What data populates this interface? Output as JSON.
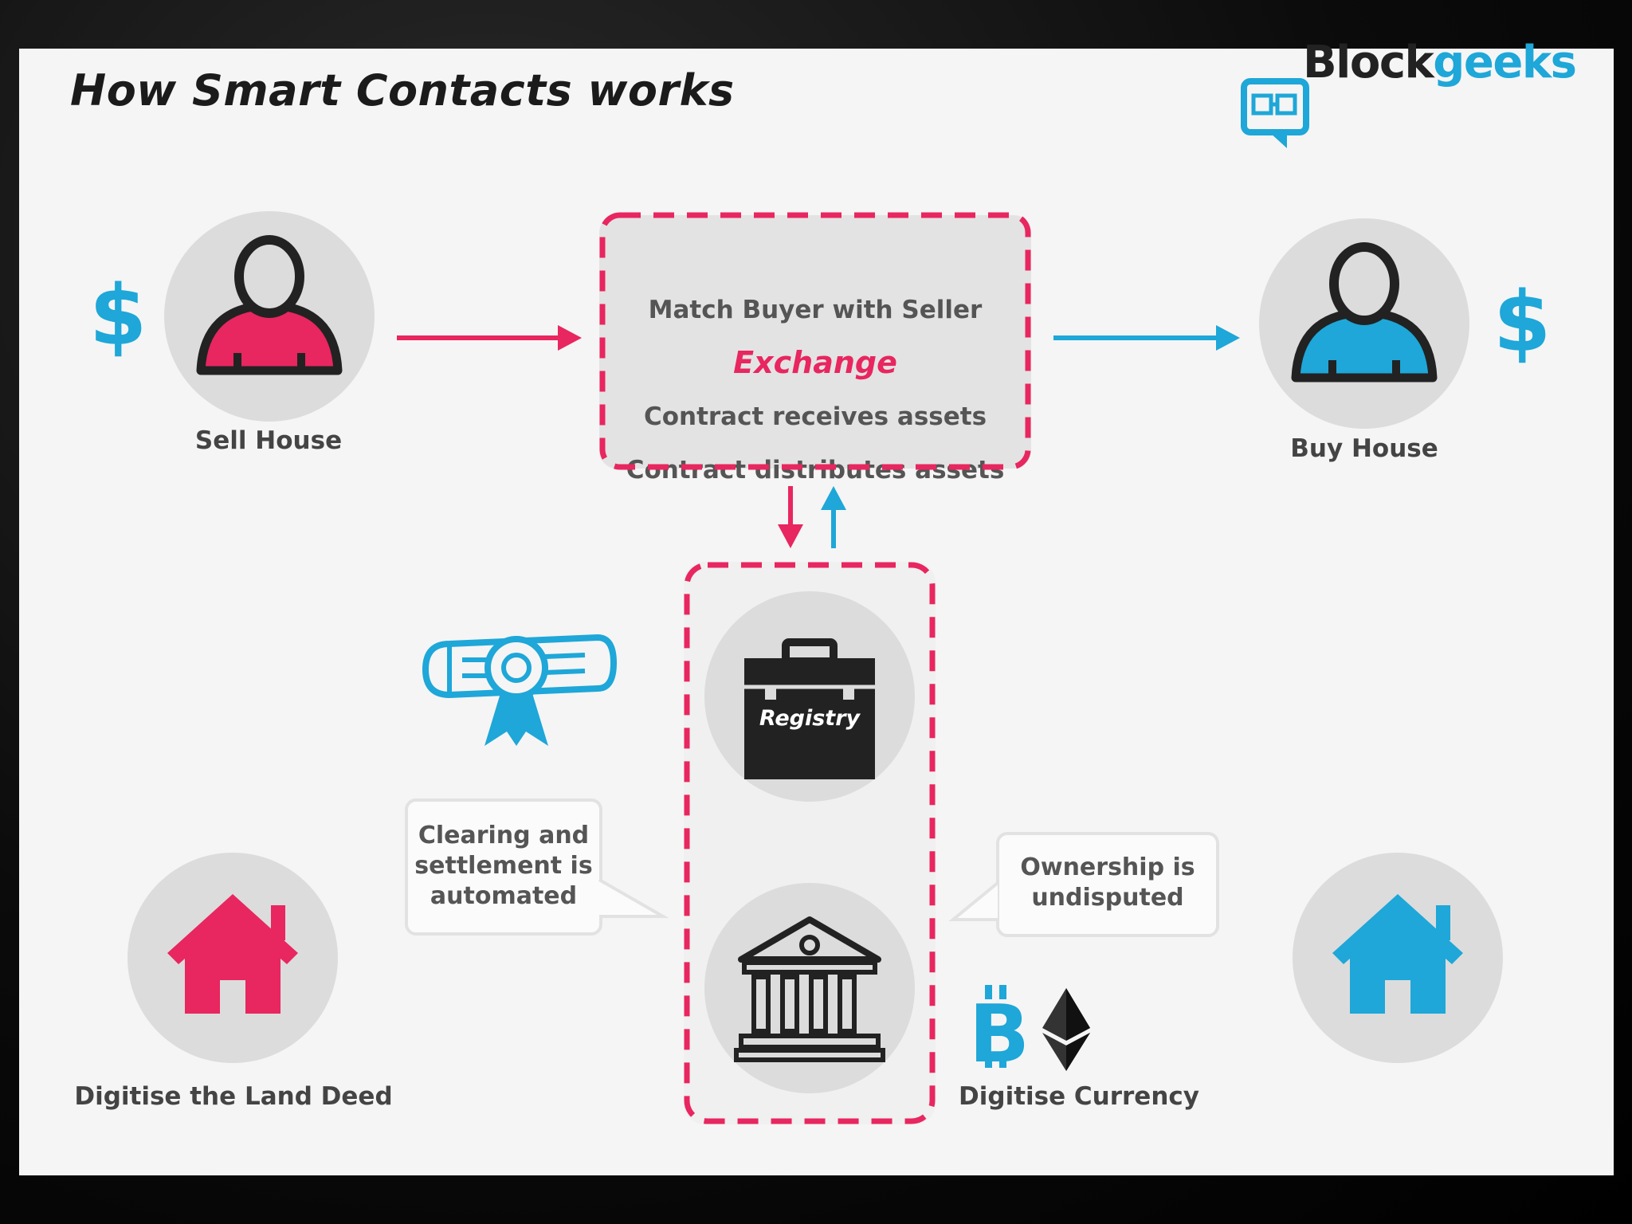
{
  "title": "How Smart Contacts works",
  "logo": {
    "text_dark": "Block",
    "text_accent": "geeks"
  },
  "seller": {
    "label": "Sell House",
    "currency_symbol": "$"
  },
  "buyer": {
    "label": "Buy House",
    "currency_symbol": "$"
  },
  "exchange_box": {
    "lines": [
      "Match Buyer with Seller",
      "Exchange",
      "Contract receives assets",
      "Contract distributes assets"
    ]
  },
  "registry": {
    "label": "Registry"
  },
  "left_bubble": {
    "lines": [
      "Clearing and",
      "settlement is",
      "automated"
    ]
  },
  "right_bubble": {
    "lines": [
      "Ownership is",
      "undisputed"
    ]
  },
  "land_deed": {
    "label": "Digitise the Land Deed"
  },
  "currency": {
    "label": "Digitise Currency"
  },
  "colors": {
    "pink": "#e8265f",
    "blue": "#1ea7d8",
    "dark": "#222222",
    "circle_gray": "#dcdcdc",
    "text_gray": "#444444"
  },
  "icons": {
    "seller": "person-pink-icon",
    "buyer": "person-blue-icon",
    "registry": "briefcase-icon",
    "bank": "bank-building-icon",
    "certificate": "certificate-ribbon-icon",
    "house_pink": "house-pink-icon",
    "house_blue": "house-blue-icon",
    "bitcoin": "bitcoin-icon",
    "ethereum": "ethereum-icon"
  }
}
